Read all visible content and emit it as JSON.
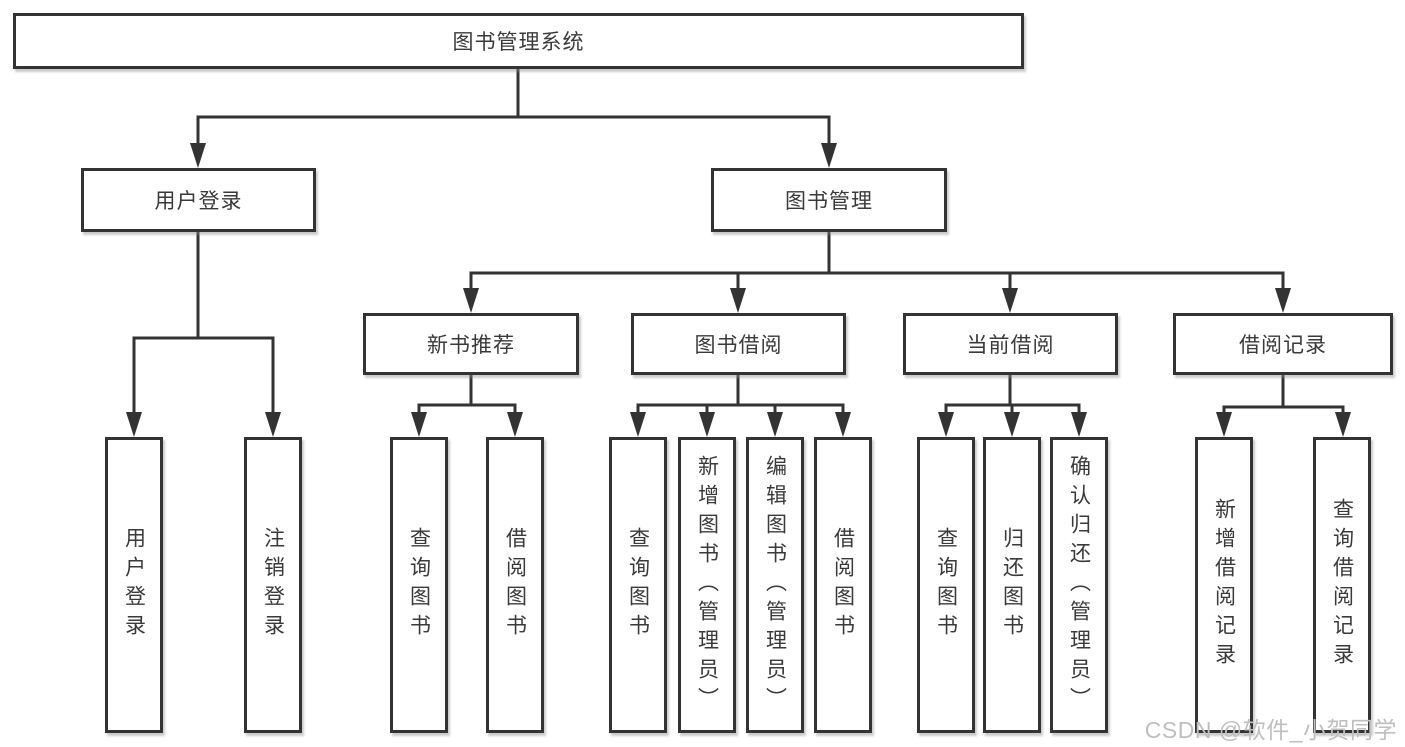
{
  "diagram": {
    "tree": {
      "label": "图书管理系统",
      "children": [
        {
          "label": "用户登录",
          "children": [
            {
              "label": "用户登录"
            },
            {
              "label": "注销登录"
            }
          ]
        },
        {
          "label": "图书管理",
          "children": [
            {
              "label": "新书推荐",
              "children": [
                {
                  "label": "查询图书"
                },
                {
                  "label": "借阅图书"
                }
              ]
            },
            {
              "label": "图书借阅",
              "children": [
                {
                  "label": "查询图书"
                },
                {
                  "label": "新增图书（管理员）"
                },
                {
                  "label": "编辑图书（管理员）"
                },
                {
                  "label": "借阅图书"
                }
              ]
            },
            {
              "label": "当前借阅",
              "children": [
                {
                  "label": "查询图书"
                },
                {
                  "label": "归还图书"
                },
                {
                  "label": "确认归还（管理员）"
                }
              ]
            },
            {
              "label": "借阅记录",
              "children": [
                {
                  "label": "新增借阅记录"
                },
                {
                  "label": "查询借阅记录"
                }
              ]
            }
          ]
        }
      ]
    }
  },
  "watermark": {
    "text": "CSDN @软件_小贺同学",
    "color": "#bfbfbf"
  },
  "colors": {
    "line": "#333333",
    "border": "#333333",
    "text": "#3a3a3a",
    "background": "#ffffff"
  }
}
